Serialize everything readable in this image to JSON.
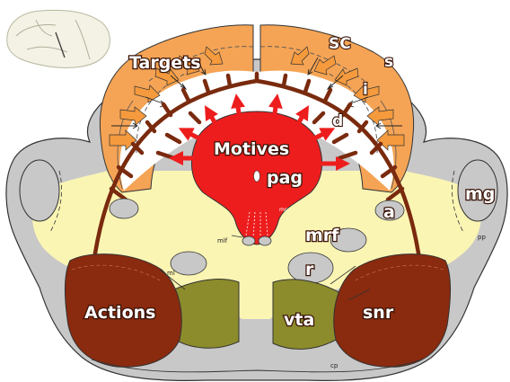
{
  "labels": {
    "targets": "Targets",
    "sc": "SC",
    "s": "s",
    "i": "i",
    "d": "d",
    "motives": "Motives",
    "pag": "pag",
    "mc": "mc",
    "mlf": "mlf",
    "ml": "ml",
    "mrf": "mrf",
    "a": "a",
    "mg": "mg",
    "pp": "pp",
    "r": "r",
    "actions": "Actions",
    "vta": "vta",
    "snr": "snr",
    "cp": "cp"
  },
  "colors": {
    "tissue_gray": "#c8c8c8",
    "tegmentum_yellow": "#fbf5b4",
    "sc_orange": "#f5a455",
    "sc_light_orange": "#f8bd7d",
    "target_arrow": "#f59a3d",
    "pag_red": "#ee1d1d",
    "actions_brown": "#8a2a0e",
    "vta_olive": "#8c8c2c",
    "pathway_brown": "#7a2a0e",
    "outline": "#333333"
  },
  "icons": {
    "thumbnail": "sagittal-brain-section-icon"
  }
}
